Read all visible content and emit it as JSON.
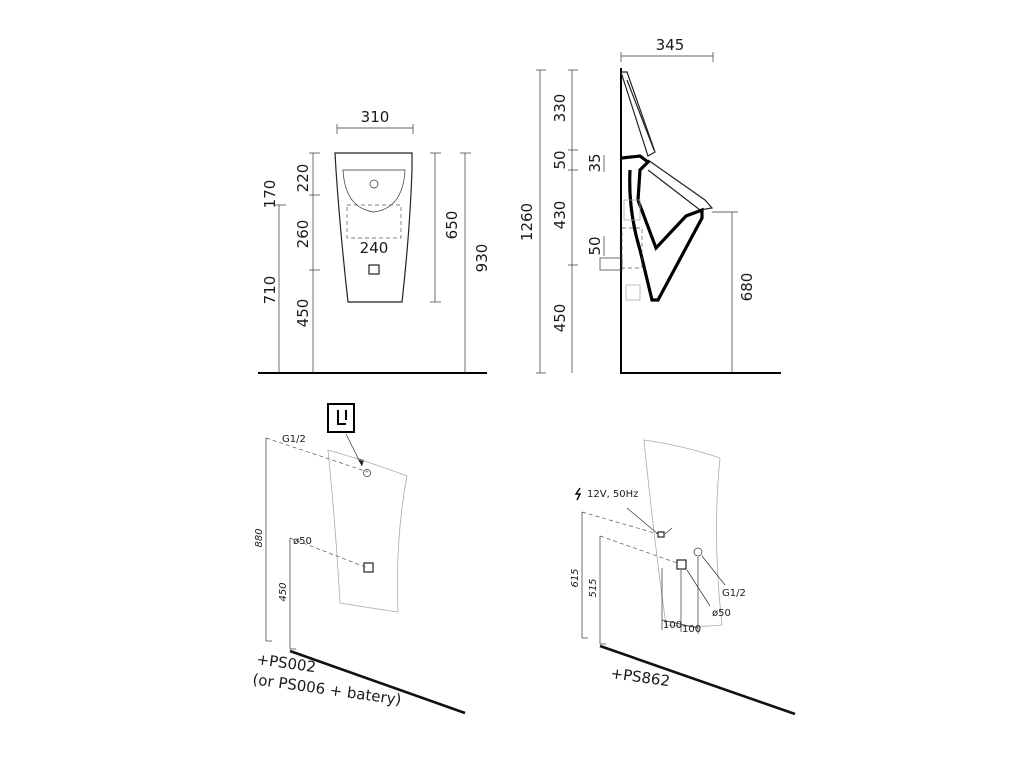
{
  "front_view": {
    "width": "310",
    "inner_width": "240",
    "d170": "170",
    "d710": "710",
    "d220": "220",
    "d260": "260",
    "d450": "450",
    "d650": "650",
    "d930": "930"
  },
  "side_view": {
    "depth": "345",
    "d1260": "1260",
    "d330": "330",
    "d50a": "50",
    "d35": "35",
    "d430": "430",
    "d50b": "50",
    "d450": "450",
    "d680": "680"
  },
  "install_left": {
    "g12": "G1/2",
    "o50": "ø50",
    "h880": "880",
    "h450": "450",
    "product_line1": "+PS002",
    "product_line2": "(or PS006 + batery)"
  },
  "install_right": {
    "power": "12V, 50Hz",
    "g12": "G1/2",
    "o50": "ø50",
    "h615": "615",
    "h515": "515",
    "w100a": "100",
    "w100b": "100",
    "product": "+PS862"
  }
}
